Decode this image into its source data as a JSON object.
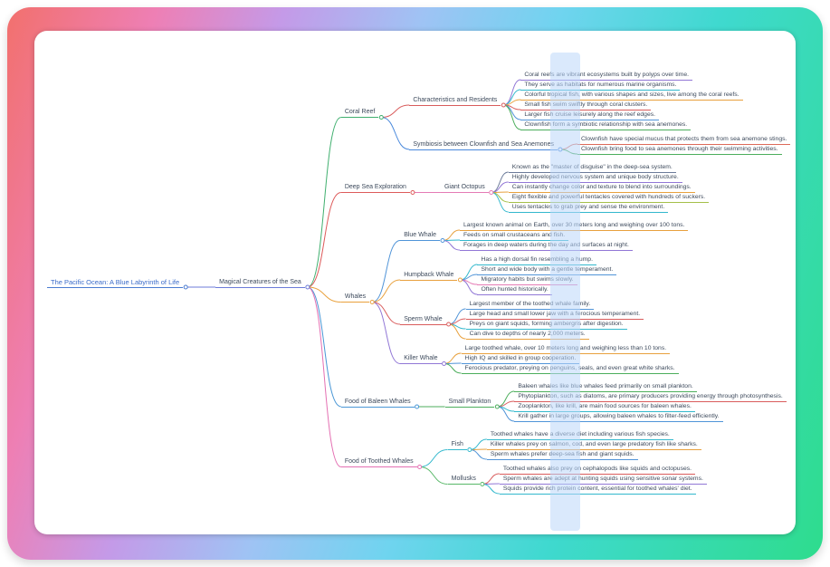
{
  "theme": {
    "frame_gradient": [
      "#f2706d",
      "#ee7fb4",
      "#c49ae8",
      "#9fc3f4",
      "#6fd4ef",
      "#3fd9cf",
      "#2edc8d"
    ],
    "card_background": "#ffffff",
    "default_text_color": "#3d4a5c",
    "root_text_color": "#3a6bc9",
    "highlight_column_color": "#bcd7fa"
  },
  "mindmap": {
    "label": "The Pacific Ocean: A Blue Labyrinth of Life",
    "color": "#4a7bd0",
    "text_color": "#3a6bc9",
    "children": [
      {
        "label": "Magical Creatures of the Sea",
        "color": "#6c7bd9",
        "children": [
          {
            "label": "Coral Reef",
            "color": "#3faf6e",
            "children": [
              {
                "label": "Characteristics and Residents",
                "color": "#d95c5c",
                "children": [
                  {
                    "label": "Coral reefs are vibrant ecosystems built by polyps over time.",
                    "color": "#9177d6"
                  },
                  {
                    "label": "They serve as habitats for numerous marine organisms.",
                    "color": "#32b8cd"
                  },
                  {
                    "label": "Colorful tropical fish, with various shapes and sizes, live among the coral reefs.",
                    "color": "#e8a13e"
                  },
                  {
                    "label": "Small fish swim swiftly through coral clusters.",
                    "color": "#d95c5c"
                  },
                  {
                    "label": "Larger fish cruise leisurely along the reef edges.",
                    "color": "#5094d8"
                  },
                  {
                    "label": "Clownfish form a symbiotic relationship with sea anemones.",
                    "color": "#4cae5c"
                  }
                ]
              },
              {
                "label": "Symbiosis between Clownfish and Sea Anemones",
                "color": "#4a89dc",
                "children": [
                  {
                    "label": "Clownfish have special mucus that protects them from sea anemone stings.",
                    "color": "#dd6a5a"
                  },
                  {
                    "label": "Clownfish bring food to sea anemones through their swimming activities.",
                    "color": "#4cae5c"
                  }
                ]
              }
            ]
          },
          {
            "label": "Deep Sea Exploration",
            "color": "#dd5b5b",
            "children": [
              {
                "label": "Giant Octopus",
                "color": "#e57bb5",
                "children": [
                  {
                    "label": "Known as the \"master of disguise\" in the deep-sea system.",
                    "color": "#6b7a99"
                  },
                  {
                    "label": "Highly developed nervous system and unique body structure.",
                    "color": "#9177d6"
                  },
                  {
                    "label": "Can instantly change color and texture to blend into surroundings.",
                    "color": "#e8a13e"
                  },
                  {
                    "label": "Eight flexible and powerful tentacles covered with hundreds of suckers.",
                    "color": "#a5c04a"
                  },
                  {
                    "label": "Uses tentacles to grab prey and sense the environment.",
                    "color": "#32b8cd"
                  }
                ]
              }
            ]
          },
          {
            "label": "Whales",
            "color": "#e9a13c",
            "children": [
              {
                "label": "Blue Whale",
                "color": "#5094d8",
                "children": [
                  {
                    "label": "Largest known animal on Earth, over 30 meters long and weighing over 100 tons.",
                    "color": "#e8a13e"
                  },
                  {
                    "label": "Feeds on small crustaceans and fish.",
                    "color": "#32b8cd"
                  },
                  {
                    "label": "Forages in deep waters during the day and surfaces at night.",
                    "color": "#9177d6"
                  }
                ]
              },
              {
                "label": "Humpback Whale",
                "color": "#e8a13e",
                "children": [
                  {
                    "label": "Has a high dorsal fin resembling a hump.",
                    "color": "#32b8cd"
                  },
                  {
                    "label": "Short and wide body with a gentle temperament.",
                    "color": "#5094d8"
                  },
                  {
                    "label": "Migratory habits but swims slowly.",
                    "color": "#e57bb5"
                  },
                  {
                    "label": "Often hunted historically.",
                    "color": "#9177d6"
                  }
                ]
              },
              {
                "label": "Sperm Whale",
                "color": "#d95c5c",
                "children": [
                  {
                    "label": "Largest member of the toothed whale family.",
                    "color": "#5094d8"
                  },
                  {
                    "label": "Large head and small lower jaw with a ferocious temperament.",
                    "color": "#d95c5c"
                  },
                  {
                    "label": "Preys on giant squids, forming ambergris after digestion.",
                    "color": "#32b8cd"
                  },
                  {
                    "label": "Can dive to depths of nearly 2,000 meters.",
                    "color": "#e8a13e"
                  }
                ]
              },
              {
                "label": "Killer Whale",
                "color": "#9177d6",
                "children": [
                  {
                    "label": "Large toothed whale, over 10 meters long and weighing less than 10 tons.",
                    "color": "#e8a13e"
                  },
                  {
                    "label": "High IQ and skilled in group cooperation.",
                    "color": "#5094d8"
                  },
                  {
                    "label": "Ferocious predator, preying on penguins, seals, and even great white sharks.",
                    "color": "#4cae5c"
                  }
                ]
              }
            ]
          },
          {
            "label": "Food of Baleen Whales",
            "color": "#4a97d6",
            "children": [
              {
                "label": "Small Plankton",
                "color": "#4cae5c",
                "children": [
                  {
                    "label": "Baleen whales like blue whales feed primarily on small plankton.",
                    "color": "#4cae5c"
                  },
                  {
                    "label": "Phytoplankton, such as diatoms, are primary producers providing energy through photosynthesis.",
                    "color": "#d95c5c"
                  },
                  {
                    "label": "Zooplankton, like krill, are main food sources for baleen whales.",
                    "color": "#32b8cd"
                  },
                  {
                    "label": "Krill gather in large groups, allowing baleen whales to filter-feed efficiently.",
                    "color": "#5094d8"
                  }
                ]
              }
            ]
          },
          {
            "label": "Food of Toothed Whales",
            "color": "#e46fb2",
            "children": [
              {
                "label": "Fish",
                "color": "#32b8cd",
                "children": [
                  {
                    "label": "Toothed whales have a diverse diet including various fish species.",
                    "color": "#32b8cd"
                  },
                  {
                    "label": "Killer whales prey on salmon, cod, and even large predatory fish like sharks.",
                    "color": "#e8a13e"
                  },
                  {
                    "label": "Sperm whales prefer deep-sea fish and giant squids.",
                    "color": "#5094d8"
                  }
                ]
              },
              {
                "label": "Mollusks",
                "color": "#58b868",
                "children": [
                  {
                    "label": "Toothed whales also prey on cephalopods like squids and octopuses.",
                    "color": "#d95c5c"
                  },
                  {
                    "label": "Sperm whales are adept at hunting squids using sensitive sonar systems.",
                    "color": "#9177d6"
                  },
                  {
                    "label": "Squids provide rich protein content, essential for toothed whales' diet.",
                    "color": "#32b8cd"
                  }
                ]
              }
            ]
          }
        ]
      }
    ]
  }
}
